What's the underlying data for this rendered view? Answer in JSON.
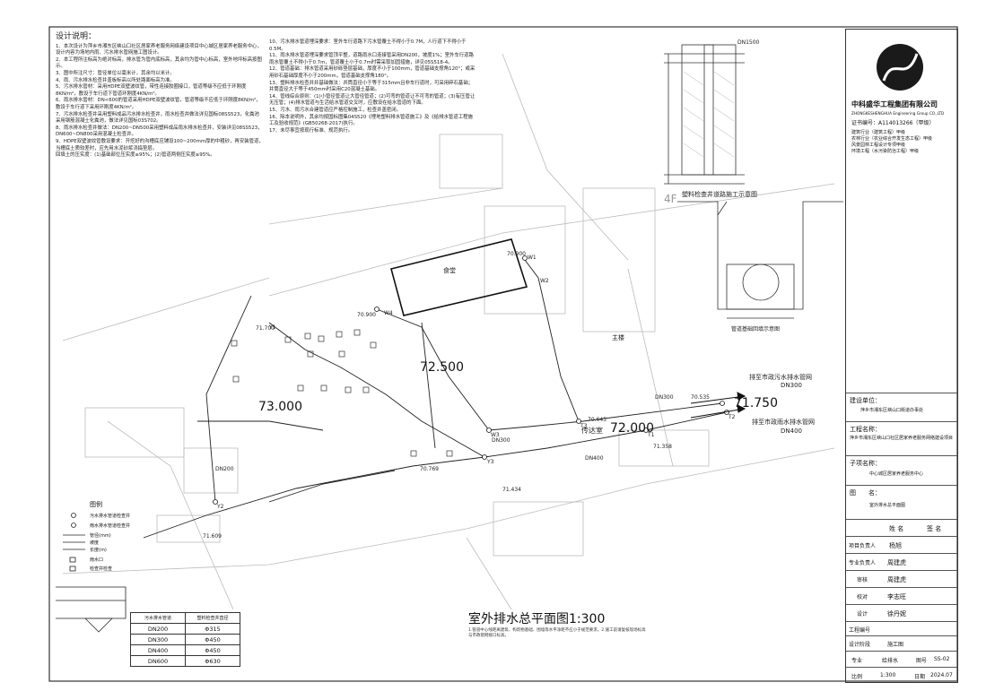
{
  "notes": {
    "heading": "设计说明：",
    "left": [
      "1、本次设计为萍乡市湘东区峡山口社区居家养老服务网络建设项目中心城区居家养老服务中心，设计内容为场地内雨、污水排水管网施工图设计。",
      "2、本工程所注标高为绝对标高，排水管为管内底标高，其余均为管中心标高，室外地坪标高按图示。",
      "3、图中所注尺寸：管径单位以毫米计，其余均以米计。",
      "4、雨、污水排水检查井盖板标高以所处路面标高为准。",
      "5、污水排水管材：采用HDPE双壁波纹管，带性连接胶圈接口，管道等级不应低于环刚度8KN/m²，敷设于车行道下管道环刚度4KN/m²。",
      "6、雨水排水管材：DN<600的管道采用HDPE双壁波纹管，管道等级不应低于环刚度8KN/m²，敷设于车行道下采用环刚度4KN/m²。",
      "7、污水排水检查井采用塑料成品污水排水检查井，雨水检查井做法详见国标08SS523，化粪池采用钢筋混凝土化粪池，做法详见国标03S702。",
      "8、雨水排水检查井做法：DN200~DN500采用塑料成品雨水排水检查井，安装详见08SS523，DN600~DN800采用混凝土检查井。",
      "9、HDPE双壁波纹管敷设要求：开挖好的沟槽底应铺设100~200mm厚的中粗砂，再安装管道，当槽底土质较差时，应先用水泥砂浆浇捣垫层。",
      "回填土的压实度：(1)基础部位压实度≥95%；(2)管道两侧压实度≥95%。"
    ],
    "right": [
      "10、污水排水管道埋深要求：室外车行道路下污水管覆土不得小于0.7M，人行道下不得小于0.5M。",
      "11、雨水排水管道埋深要求管顶平整，道路雨水口连接管采用DN200，坡度1%；室外车行道路雨水管覆土不得小于0.7m，管道覆土小于0.7m时需采取加固措施，详见05S518-4。",
      "12、管道基础：排水管道采用砂砾垫层基础，厚度不小于100mm，管道基础支撑角120°；或采用砂石基础厚度不小于200mm，管道基础支撑角180°。",
      "13、塑料排水检查井并基础做法：井筒直径小于等于315mm且非车行道时，可采用碎石基础；井筒直径大于等于450mm时采用C20混凝土基础。",
      "14、管线综合原则：(1)小管径管道让大管径管道；(2)可弯的管道让不可弯的管道；(3)有压管让无压管；(4)排水管道与生活给水管道交叉时，应敷设在给水管道的下面。",
      "15、污水、雨污水合建管道应严格控制施工，检查井盖密闭。",
      "16、除本说明外，其余均按国标图集04S520《埋地塑料排水管道施工》及《给排水管道工程施工及验收规范》(GB50268-2017)执行。",
      "17、未尽事宜按现行标准、规范执行。"
    ]
  },
  "map_labels": {
    "elev_73000": "73.000",
    "elev_72500": "72.500",
    "elev_72000": "72.000",
    "elev_71750": "71.750",
    "pt_71700": "71.700",
    "pt_70900a": "70.900",
    "pt_70900b": "70.900",
    "pt_70769": "70.769",
    "pt_71434": "71.434",
    "pt_70643": "70.643",
    "pt_70535": "70.535",
    "pt_71358": "71.358",
    "pt_71609": "71.609",
    "pipe_dn300_a": "DN300",
    "pipe_dn300_b": "DN300",
    "pipe_dn400": "DN400",
    "pipe_dn200": "DN200",
    "label_chuanshi": "传达室",
    "outfall_sewage_1": "排至市政污水排水管网",
    "outfall_sewage_2": "DN300",
    "outfall_storm_1": "排至市政雨水排水管网",
    "outfall_storm_2": "DN400",
    "building_4f": "4F",
    "label_shitang": "食堂",
    "label_zhulou": "主楼",
    "nodes": [
      "W1",
      "W2",
      "W3",
      "W4",
      "Y1",
      "Y2",
      "Y3",
      "T1",
      "T2",
      "T3"
    ]
  },
  "details": {
    "section_title": "塑料检查井道路施工示意图",
    "trench_title": "管道基础回填示意图",
    "pipe_label": "DN1500"
  },
  "legend": {
    "title": "图例",
    "items": [
      "污水排水管道检查井",
      "雨水排水管道检查井",
      "管径(mm)",
      "坡度",
      "长度(m)",
      "雨水口",
      "检查井检查"
    ],
    "pipe_table_headers": [
      "污水排水管道",
      "塑料检查井直径"
    ],
    "pipe_table_rows": [
      [
        "DN200",
        "Φ315"
      ],
      [
        "DN300",
        "Φ450"
      ],
      [
        "DN400",
        "Φ450"
      ],
      [
        "DN600",
        "Φ630"
      ]
    ]
  },
  "bottom": {
    "plan_title": "室外排水总平面图1:300",
    "plan_note": "1.管道中心线距离建筑、构筑物基础、围墙等水平净距不应小于规范要求。2.施工前请复核现场标高与市政管网接口标高。"
  },
  "title_block": {
    "company": "中科盛华工程集团有限公司",
    "company_en": "ZHONGKESHENGHUA Engineering Group CO.,LTD",
    "cert": "证书编号：A114013266（甲级）",
    "quals": [
      "建筑行业（建筑工程）甲级",
      "农林行业（农业综合开发生态工程）甲级",
      "风景园林工程设计专项甲级",
      "环境工程（水污染防治工程）甲级"
    ],
    "client_label": "建设单位：",
    "client": "萍乡市湘东区峡山口街道办事处",
    "project_label": "工程名称：",
    "project": "萍乡市湘东区峡山口社区居家养老服务网络建设项目",
    "subproject_label": "子项名称：",
    "subproject": "中心城区居家养老服务中心",
    "drawing_label": "图　　名：",
    "drawing": "室外排水总平面图",
    "sig_header": [
      "姓 名",
      "签 名"
    ],
    "roles": [
      {
        "role": "项目负责人",
        "name": "杨旭"
      },
      {
        "role": "专业负责人",
        "name": "周建虎"
      },
      {
        "role": "审核",
        "name": "周建虎"
      },
      {
        "role": "校对",
        "name": "李志旺"
      },
      {
        "role": "设计",
        "name": "徐丹妮"
      }
    ],
    "project_no_label": "工程编号",
    "phase_label": "设计阶段",
    "phase": "施工图",
    "discipline_label": "专业",
    "discipline": "给排水",
    "sheet_label": "图号",
    "sheet": "SS-02",
    "scale_label": "比例",
    "scale": "1:300",
    "date_label": "日期",
    "date": "2024.07"
  }
}
